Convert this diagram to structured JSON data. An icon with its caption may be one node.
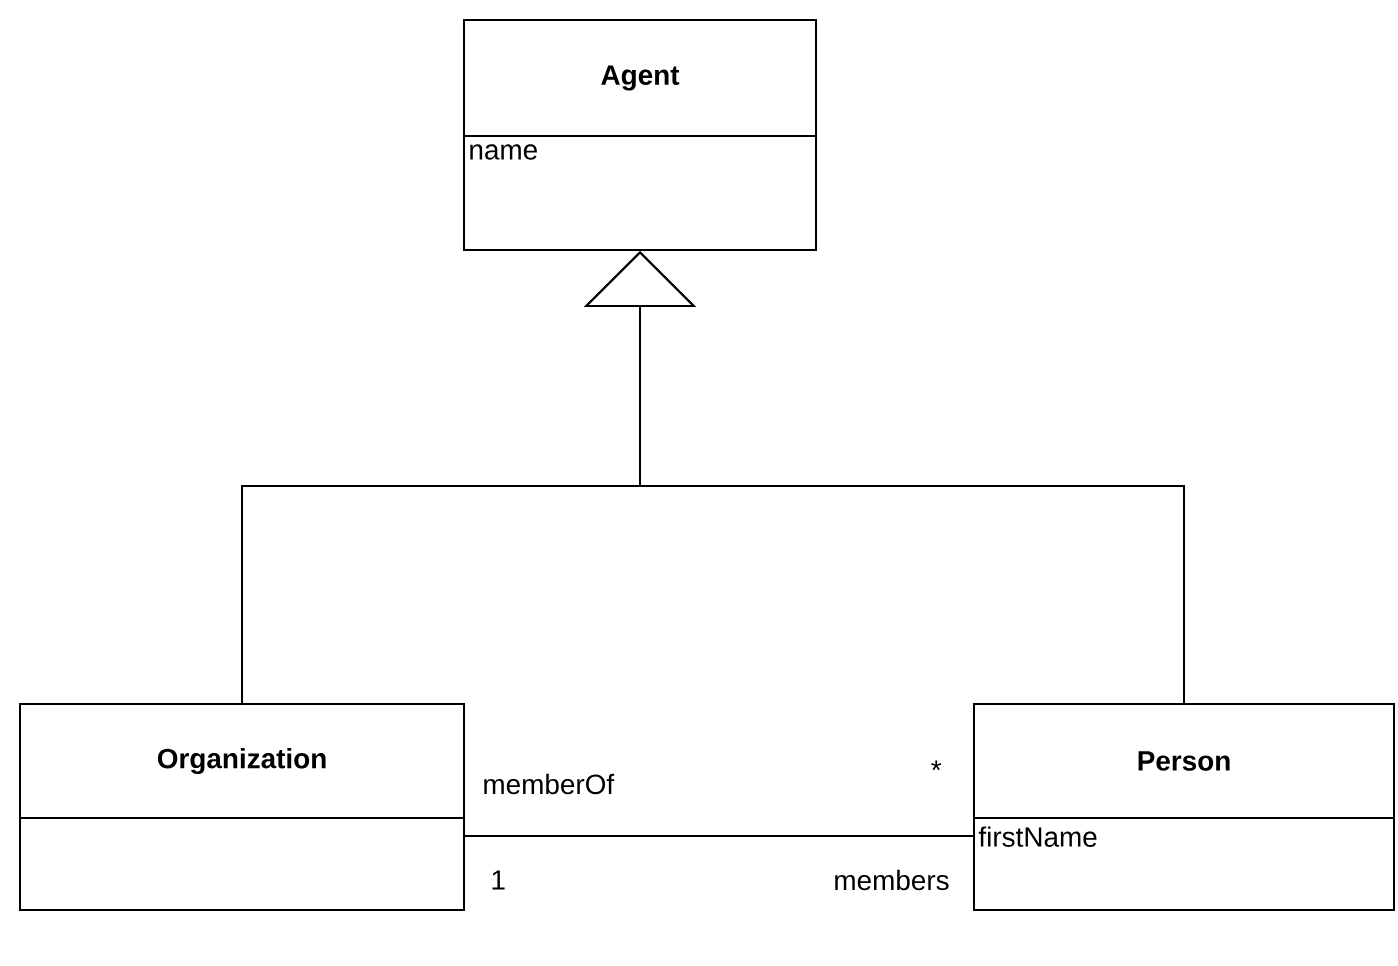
{
  "diagram": {
    "nodes": [
      {
        "text": [
          "Agent",
          "name"
        ]
      },
      {
        "text": [
          "Organization"
        ]
      },
      {
        "text": [
          "Person",
          "firstName"
        ]
      }
    ],
    "edges": [
      {
        "from": 1,
        "to": 0,
        "arrow": "to"
      },
      {
        "from": 2,
        "to": 0,
        "arrow": "to"
      },
      {
        "from": 1,
        "to": 2,
        "arrow": "none"
      }
    ],
    "labels": [
      "memberOf",
      "*",
      "1",
      "members"
    ]
  }
}
